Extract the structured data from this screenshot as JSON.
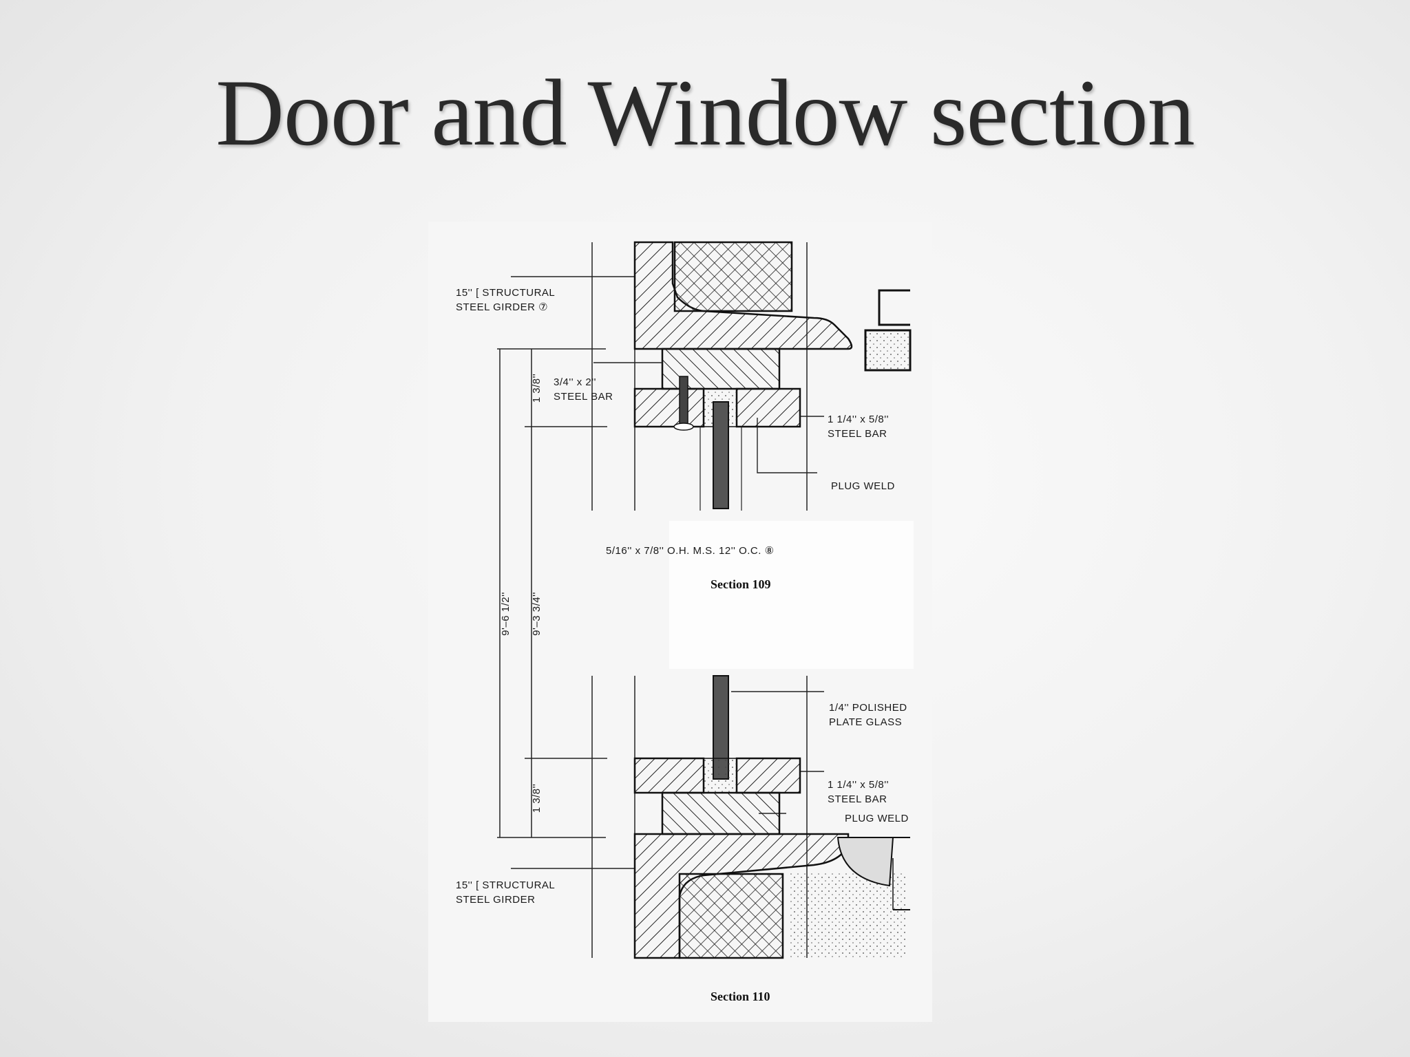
{
  "slide": {
    "title": "Door and Window section"
  },
  "drawing": {
    "labels": {
      "girder_top_1": "15'' [ STRUCTURAL",
      "girder_top_2": "STEEL GIRDER ⑦",
      "bar_small_1": "3/4'' x 2''",
      "bar_small_2": "STEEL BAR",
      "bar_top_1": "1 1/4'' x 5/8''",
      "bar_top_2": "STEEL BAR",
      "weld_top": "PLUG WELD",
      "screw_spec": "5/16'' x 7/8'' O.H. M.S. 12'' O.C. ⑧",
      "glass_1": "1/4'' POLISHED",
      "glass_2": "PLATE GLASS",
      "bar_bot_1": "1 1/4'' x 5/8''",
      "bar_bot_2": "STEEL BAR",
      "weld_bot": "PLUG WELD",
      "girder_bot_1": "15'' [ STRUCTURAL",
      "girder_bot_2": "STEEL GIRDER"
    },
    "dimensions": {
      "overall": "9'–6 1/2''",
      "inner": "9'–3 3/4''",
      "top_offset": "1 3/8''",
      "bottom_offset": "1 3/8''"
    },
    "captions": {
      "section_upper": "Section 109",
      "section_lower": "Section 110"
    }
  }
}
